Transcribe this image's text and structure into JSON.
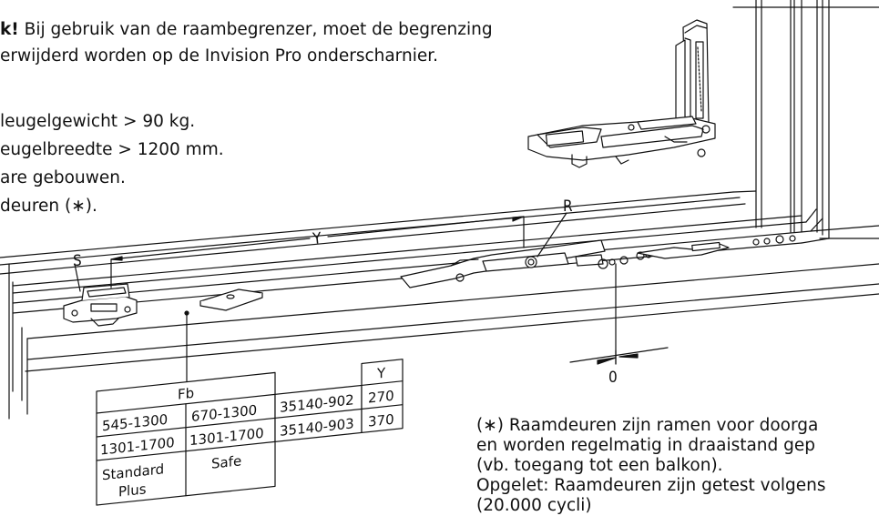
{
  "warning": {
    "bold": "k!",
    "line1": " Bij gebruik van de raambegrenzer, moet de begrenzing",
    "line2": "erwijderd worden op de Invision Pro onderscharnier."
  },
  "conditions": [
    "leugelgewicht > 90 kg.",
    "eugelbreedte > 1200 mm.",
    "are gebouwen.",
    "deuren (∗)."
  ],
  "labels": {
    "S": "S",
    "R": "R",
    "Y": "Y",
    "O": "0"
  },
  "table": {
    "header_fb": "Fb",
    "header_y": "Y",
    "row1": [
      "545-1300",
      "670-1300",
      "35140-902",
      "270"
    ],
    "row2": [
      "1301-1700",
      "1301-1700",
      "35140-903",
      "370"
    ],
    "row3_a": "Standard",
    "row3_b": "Plus",
    "row3_safe": "Safe"
  },
  "note": [
    "(∗) Raamdeuren zijn ramen voor doorga",
    "en worden regelmatig in draaistand gep",
    "(vb. toegang tot een balkon).",
    "Opgelet: Raamdeuren zijn getest volgens",
    "(20.000 cycli)"
  ]
}
